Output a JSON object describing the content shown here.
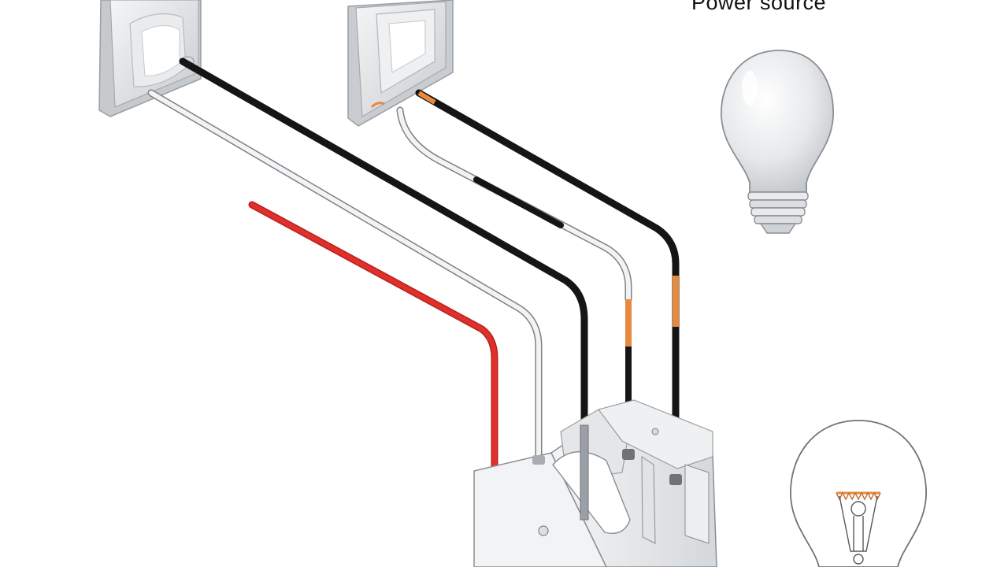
{
  "diagram": {
    "caption": "Power source",
    "components": [
      {
        "name": "wall-outlet",
        "icon": "outlet-icon"
      },
      {
        "name": "wall-switch",
        "icon": "switch-icon"
      },
      {
        "name": "frosted-light-bulb",
        "icon": "frosted-bulb-icon"
      },
      {
        "name": "clear-light-bulb",
        "icon": "clear-bulb-icon"
      },
      {
        "name": "junction-box",
        "icon": "junction-box-icon"
      }
    ],
    "wires": [
      {
        "name": "black-hot-wire",
        "color": "#151515"
      },
      {
        "name": "white-neutral-wire",
        "color": "#e9e9e9"
      },
      {
        "name": "red-traveler-wire",
        "color": "#e0302c"
      },
      {
        "name": "switch-black-wire",
        "color": "#151515"
      },
      {
        "name": "switch-white-wire",
        "color": "#e9e9e9"
      }
    ],
    "colors": {
      "copper": "#e58a3e",
      "metal": "#d8dbde",
      "outline": "#8a8e93"
    }
  }
}
